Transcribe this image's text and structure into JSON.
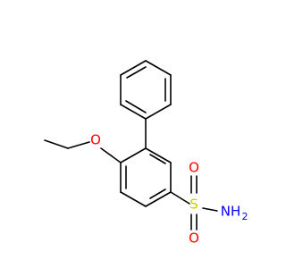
{
  "molecule": {
    "atom_labels": {
      "oxygen_ether": "O",
      "sulfur": "S",
      "oxygen_sulfonyl_top": "O",
      "oxygen_sulfonyl_bottom": "O",
      "nitrogen": "NH",
      "nitrogen_subscript": "2"
    },
    "colors": {
      "bond": "#000000",
      "oxygen": "#ff0000",
      "sulfur": "#cccc00",
      "nitrogen": "#0000ff",
      "background": "#ffffff"
    }
  }
}
